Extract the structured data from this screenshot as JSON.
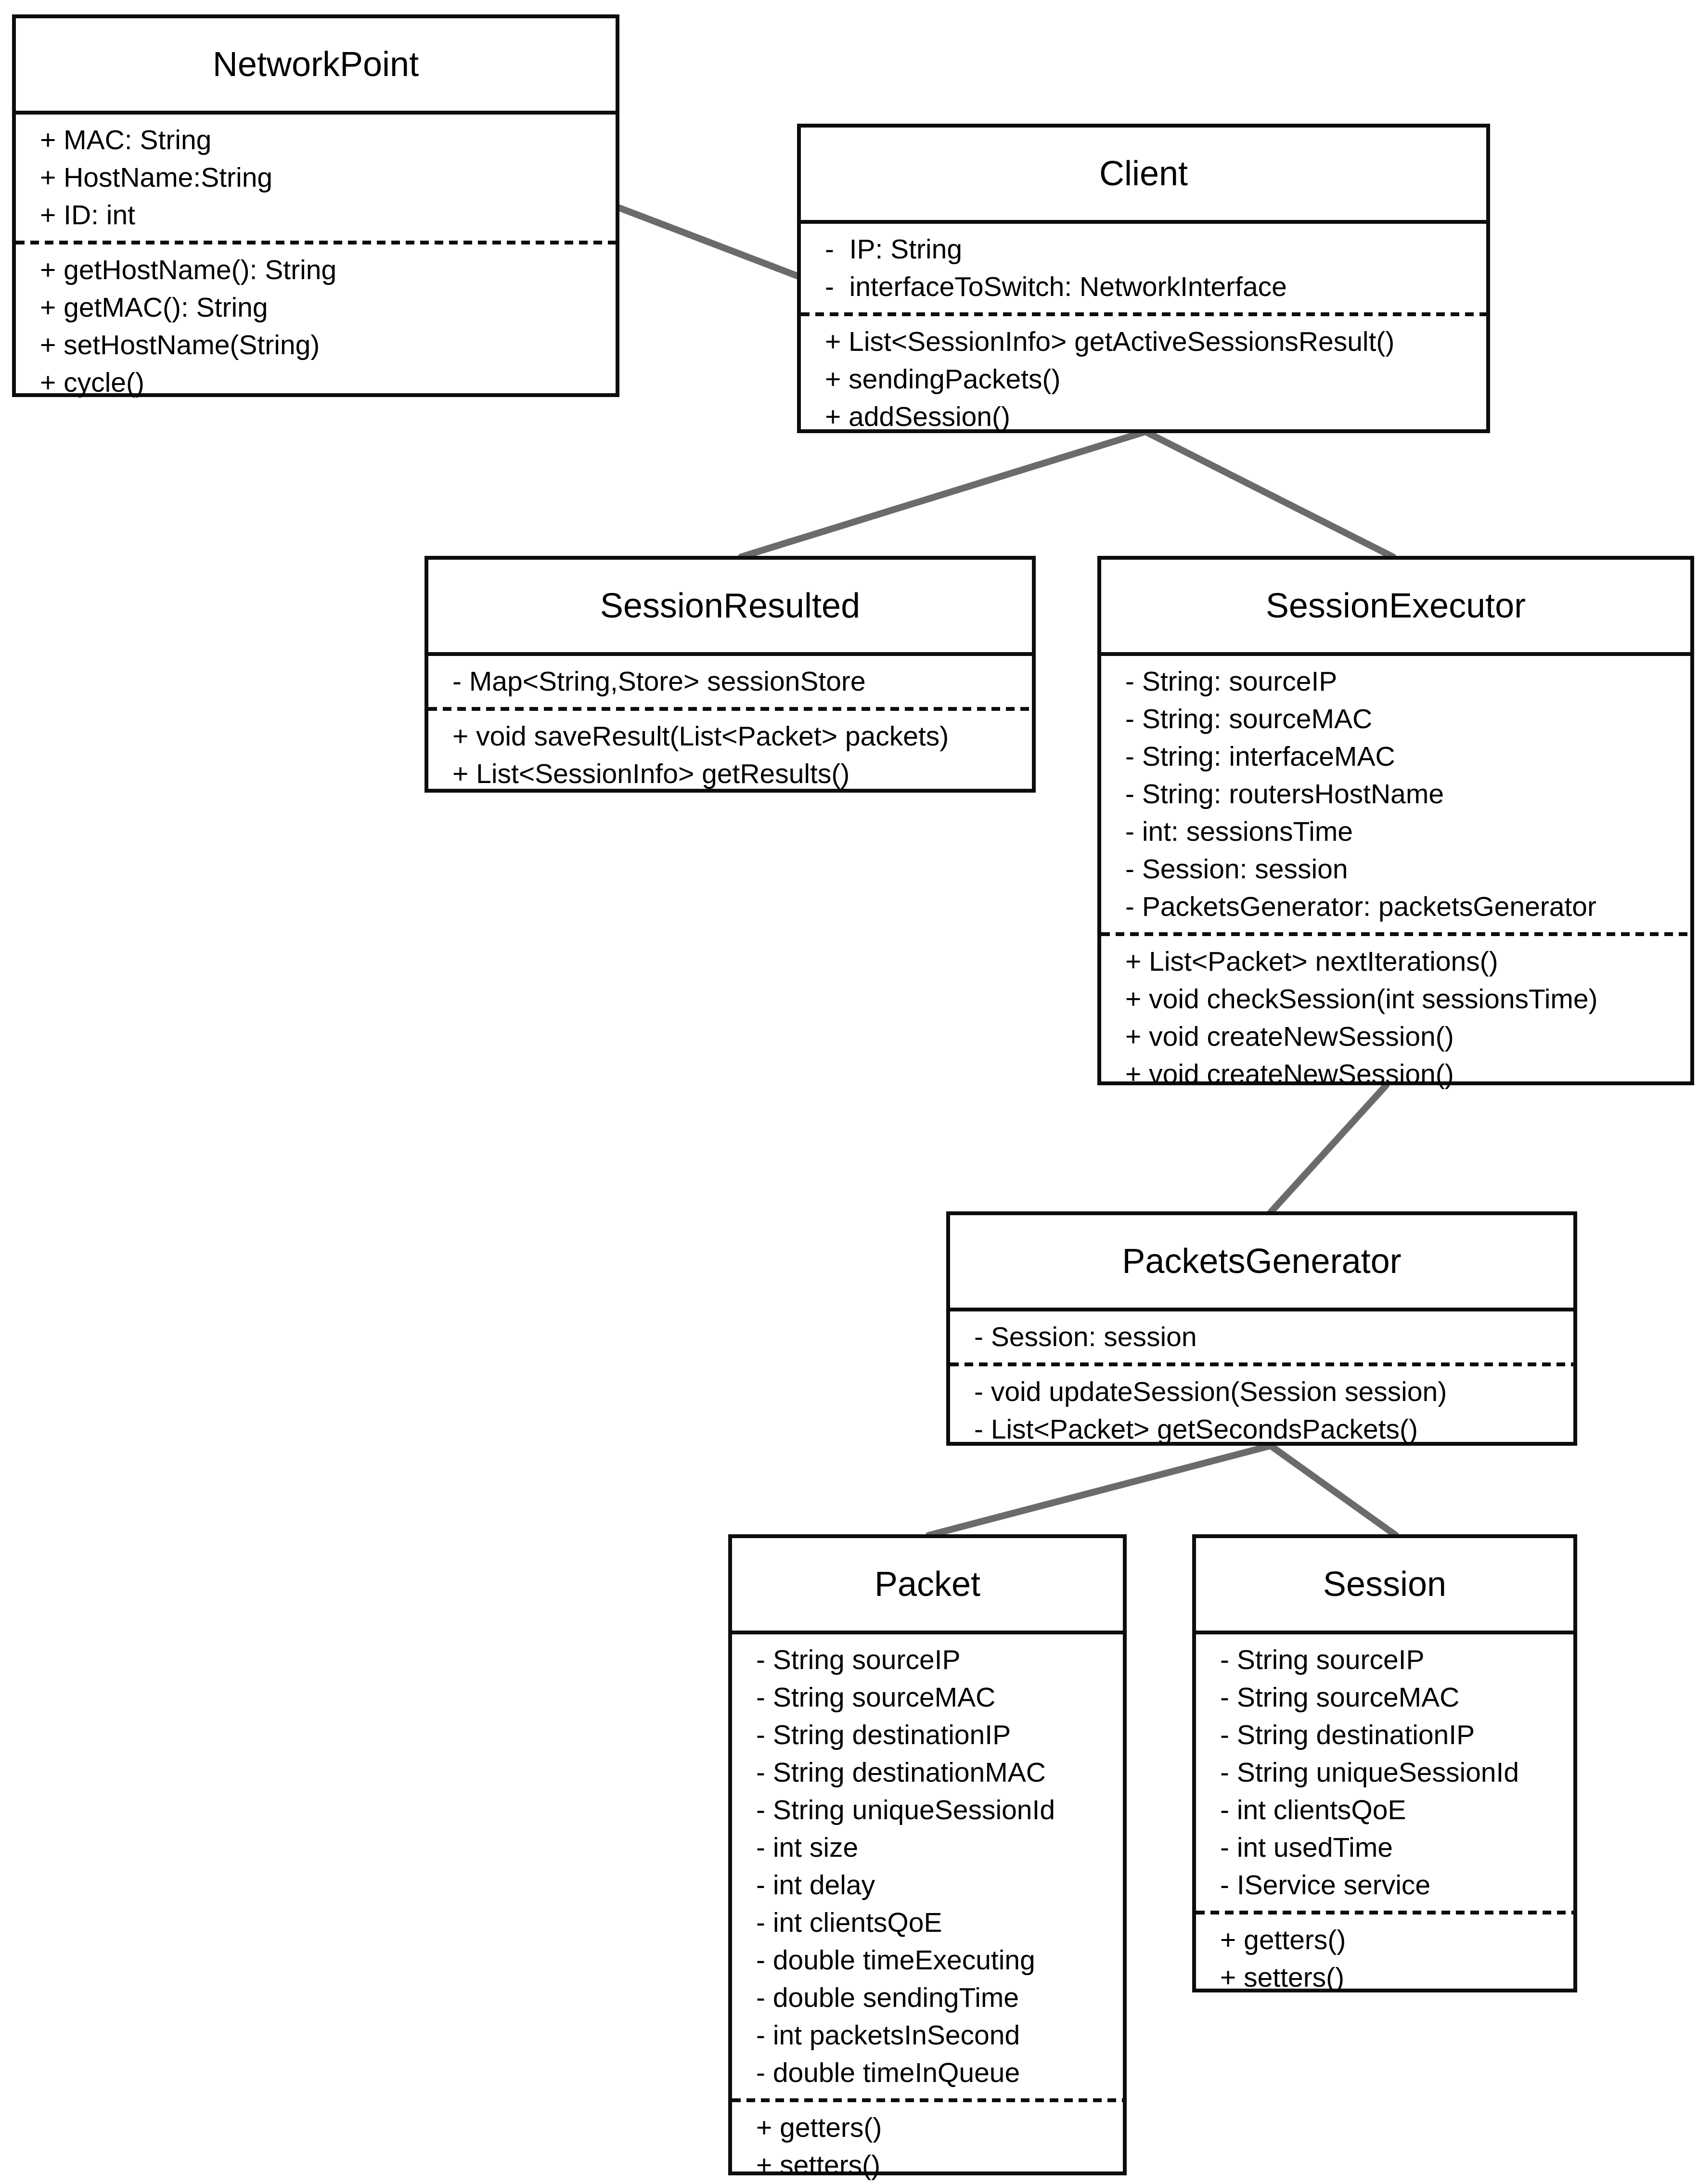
{
  "diagram": {
    "type": "uml-class-diagram",
    "colors": {
      "background": "#ffffff",
      "box_border": "#0d0d0d",
      "text": "#000000",
      "connector": "#6b6b6b"
    },
    "classes": [
      {
        "name": "NetworkPoint",
        "attributes": [
          "+ MAC: String",
          "+ HostName:String",
          "+ ID: int"
        ],
        "methods": [
          "+ getHostName(): String",
          "+ getMAC(): String",
          "+ setHostName(String)",
          "+ cycle()"
        ]
      },
      {
        "name": "Client",
        "attributes": [
          "-  IP: String",
          "-  interfaceToSwitch: NetworkInterface"
        ],
        "methods": [
          "+ List<SessionInfo> getActiveSessionsResult()",
          "+ sendingPackets()",
          "+ addSession()"
        ]
      },
      {
        "name": "SessionResulted",
        "attributes": [
          "- Map<String,Store> sessionStore"
        ],
        "methods": [
          "+ void saveResult(List<Packet> packets)",
          "+ List<SessionInfo> getResults()"
        ]
      },
      {
        "name": "SessionExecutor",
        "attributes": [
          "- String: sourceIP",
          "- String: sourceMAC",
          "- String: interfaceMAC",
          "- String: routersHostName",
          "- int: sessionsTime",
          "- Session: session",
          "- PacketsGenerator: packetsGenerator"
        ],
        "methods": [
          "+ List<Packet> nextIterations()",
          "+ void checkSession(int sessionsTime)",
          "+ void createNewSession()",
          "+ void createNewSession()"
        ]
      },
      {
        "name": "PacketsGenerator",
        "attributes": [
          "- Session: session"
        ],
        "methods": [
          "- void updateSession(Session session)",
          "- List<Packet> getSecondsPackets()"
        ]
      },
      {
        "name": "Packet",
        "attributes": [
          "- String sourceIP",
          "- String sourceMAC",
          "- String destinationIP",
          "- String destinationMAC",
          "- String uniqueSessionId",
          "- int size",
          "- int delay",
          "- int clientsQoE",
          "- double timeExecuting",
          "- double sendingTime",
          "- int packetsInSecond",
          "- double timeInQueue"
        ],
        "methods": [
          "+ getters()",
          "+ setters()"
        ]
      },
      {
        "name": "Session",
        "attributes": [
          "- String sourceIP",
          "- String sourceMAC",
          "- String destinationIP",
          "- String uniqueSessionId",
          "- int clientsQoE",
          "- int usedTime",
          "- IService service"
        ],
        "methods": [
          "+ getters()",
          "+ setters()"
        ]
      }
    ],
    "relationships": [
      {
        "from": "NetworkPoint",
        "to": "Client"
      },
      {
        "from": "Client",
        "to": "SessionResulted"
      },
      {
        "from": "Client",
        "to": "SessionExecutor"
      },
      {
        "from": "SessionExecutor",
        "to": "PacketsGenerator"
      },
      {
        "from": "PacketsGenerator",
        "to": "Packet"
      },
      {
        "from": "PacketsGenerator",
        "to": "Session"
      }
    ]
  }
}
